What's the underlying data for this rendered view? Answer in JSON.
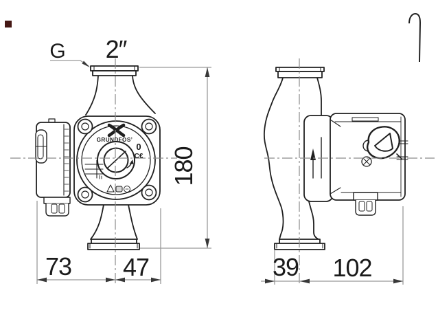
{
  "labels": {
    "thread": "G",
    "connection_size": "2″",
    "height_mm": "180",
    "left_of_center_mm": "73",
    "right_of_center_mm": "47",
    "side_left_mm": "39",
    "side_right_mm": "102"
  },
  "front_view": {
    "brand": "GRUNDFOS’",
    "zero_mark": "0",
    "ce_mark": "C€"
  },
  "colors": {
    "line": "#1f1f1f",
    "dim": "#999999",
    "centerline": "#8a8a8a",
    "arrow": "#383838",
    "text": "#1a1a1a",
    "marker": "#451815"
  }
}
